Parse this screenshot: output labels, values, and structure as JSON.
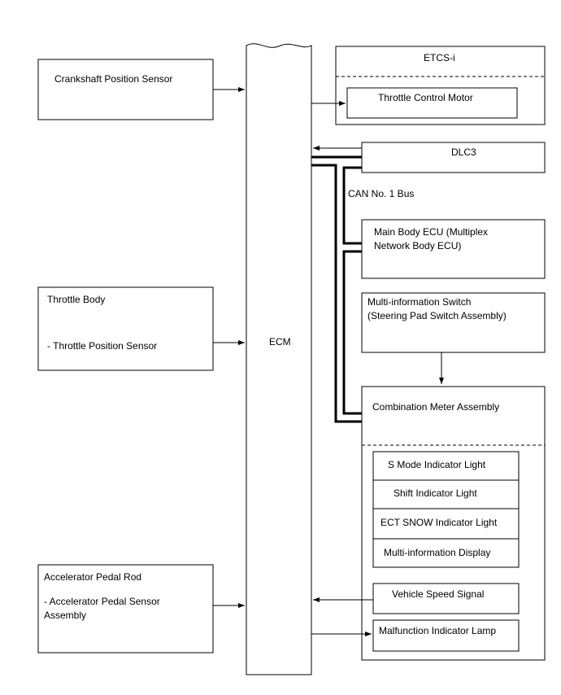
{
  "ecm": "ECM",
  "left_inputs": {
    "crankshaft": {
      "title": "Crankshaft Position Sensor"
    },
    "throttle_body": {
      "title": "Throttle Body",
      "sub": "- Throttle Position Sensor"
    },
    "accel": {
      "title": "Accelerator Pedal Rod",
      "sub_line1": "- Accelerator Pedal Sensor",
      "sub_line2": "Assembly"
    }
  },
  "etcs": {
    "title": "ETCS-i",
    "motor": "Throttle Control Motor"
  },
  "dlc3": "DLC3",
  "can_bus": "CAN No. 1 Bus",
  "main_body_ecu": {
    "line1": "Main Body ECU (Multiplex",
    "line2": "Network Body ECU)"
  },
  "multi_info_switch": {
    "line1": "Multi-information Switch",
    "line2": "(Steering Pad Switch Assembly)"
  },
  "combination_meter": {
    "title": "Combination Meter Assembly",
    "items": [
      "S Mode Indicator Light",
      "Shift Indicator Light",
      "ECT SNOW Indicator Light",
      "Multi-information Display"
    ],
    "vehicle_speed": "Vehicle Speed Signal",
    "mil": "Malfunction Indicator Lamp"
  }
}
